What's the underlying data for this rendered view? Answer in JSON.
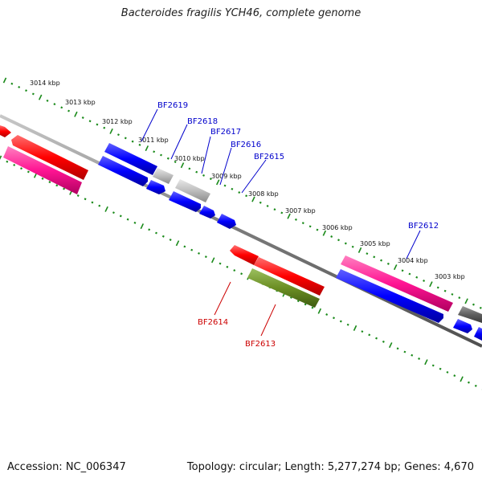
{
  "title": "Bacteroides fragilis YCH46, complete genome",
  "footer": {
    "accession": "Accession: NC_006347",
    "summary": "Topology: circular; Length: 5,277,274 bp; Genes: 4,670"
  },
  "colors": {
    "backbone": "#808080",
    "tick": "#1a8a1a",
    "label_blue": "#0000cc",
    "label_red": "#cc0000",
    "gene_red": "#ff0000",
    "gene_blue": "#0000ff",
    "gene_pink": "#ff1493",
    "gene_grey": "#b8b8b8",
    "gene_darkgrey": "#606060",
    "gene_olive": "#6b8e23"
  },
  "kbp_labels": [
    {
      "text": "3014 kbp"
    },
    {
      "text": "3013 kbp"
    },
    {
      "text": "3012 kbp"
    },
    {
      "text": "3011 kbp"
    },
    {
      "text": "3010 kbp"
    },
    {
      "text": "3009 kbp"
    },
    {
      "text": "3008 kbp"
    },
    {
      "text": "3007 kbp"
    },
    {
      "text": "3006 kbp"
    },
    {
      "text": "3005 kbp"
    },
    {
      "text": "3004 kbp"
    },
    {
      "text": "3003 kbp"
    }
  ],
  "gene_labels_top": [
    "BF2619",
    "BF2618",
    "BF2617",
    "BF2616",
    "BF2615",
    "BF2612"
  ],
  "gene_labels_bottom": [
    "BF2614",
    "BF2613"
  ]
}
